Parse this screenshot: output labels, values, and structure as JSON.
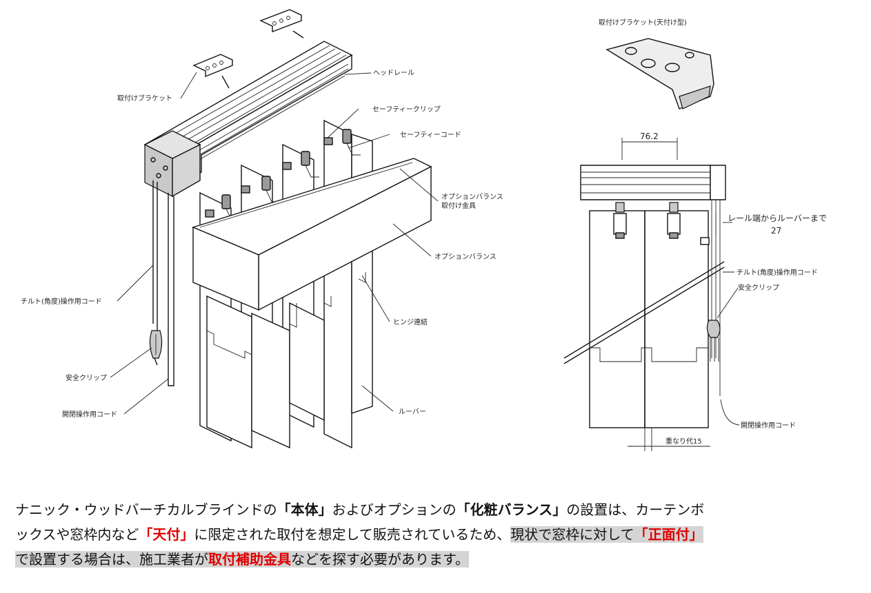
{
  "left_labels": {
    "bracket": "取付けブラケット",
    "head_rail": "ヘッドレール",
    "safety_clip_upper": "セーフティークリップ",
    "safety_cord": "セーフティーコード",
    "valance_bracket_1": "オプションバランス",
    "valance_bracket_2": "取付け金具",
    "option_valance": "オプションバランス",
    "tilt_cord": "チルト(角度)操作用コード",
    "hinge": "ヒンジ連結",
    "safety_clip": "安全クリップ",
    "open_cord": "開閉操作用コード",
    "louver": "ルーバー"
  },
  "right_labels": {
    "bracket_ceiling": "取付けブラケット(天付け型)",
    "dim_width": "76.2",
    "rail_to_louver_1": "レール端からルーバーまで",
    "rail_to_louver_2": "27",
    "tilt_cord": "チルト(角度)操作用コード",
    "safety_clip": "安全クリップ",
    "open_cord": "開閉操作用コード",
    "overlap": "重なり代15"
  },
  "caption": {
    "l1a": "ナニック・ウッドバーチカルブラインドの",
    "l1b": "「本体」",
    "l1c": "およびオプションの",
    "l1d": "「化粧バランス」",
    "l1e": "の設置は、カーテンボ",
    "l2a": "ックスや窓枠内など",
    "l2b": "「天付」",
    "l2c": "に限定された取付を想定して販売されているため、",
    "l2d": "現状で窓枠に対して",
    "l2e": "「正面付」",
    "l3a": "で設置する場合は、施工業者が",
    "l3b": "取付補助金具",
    "l3c": "などを探す必要があります。"
  }
}
